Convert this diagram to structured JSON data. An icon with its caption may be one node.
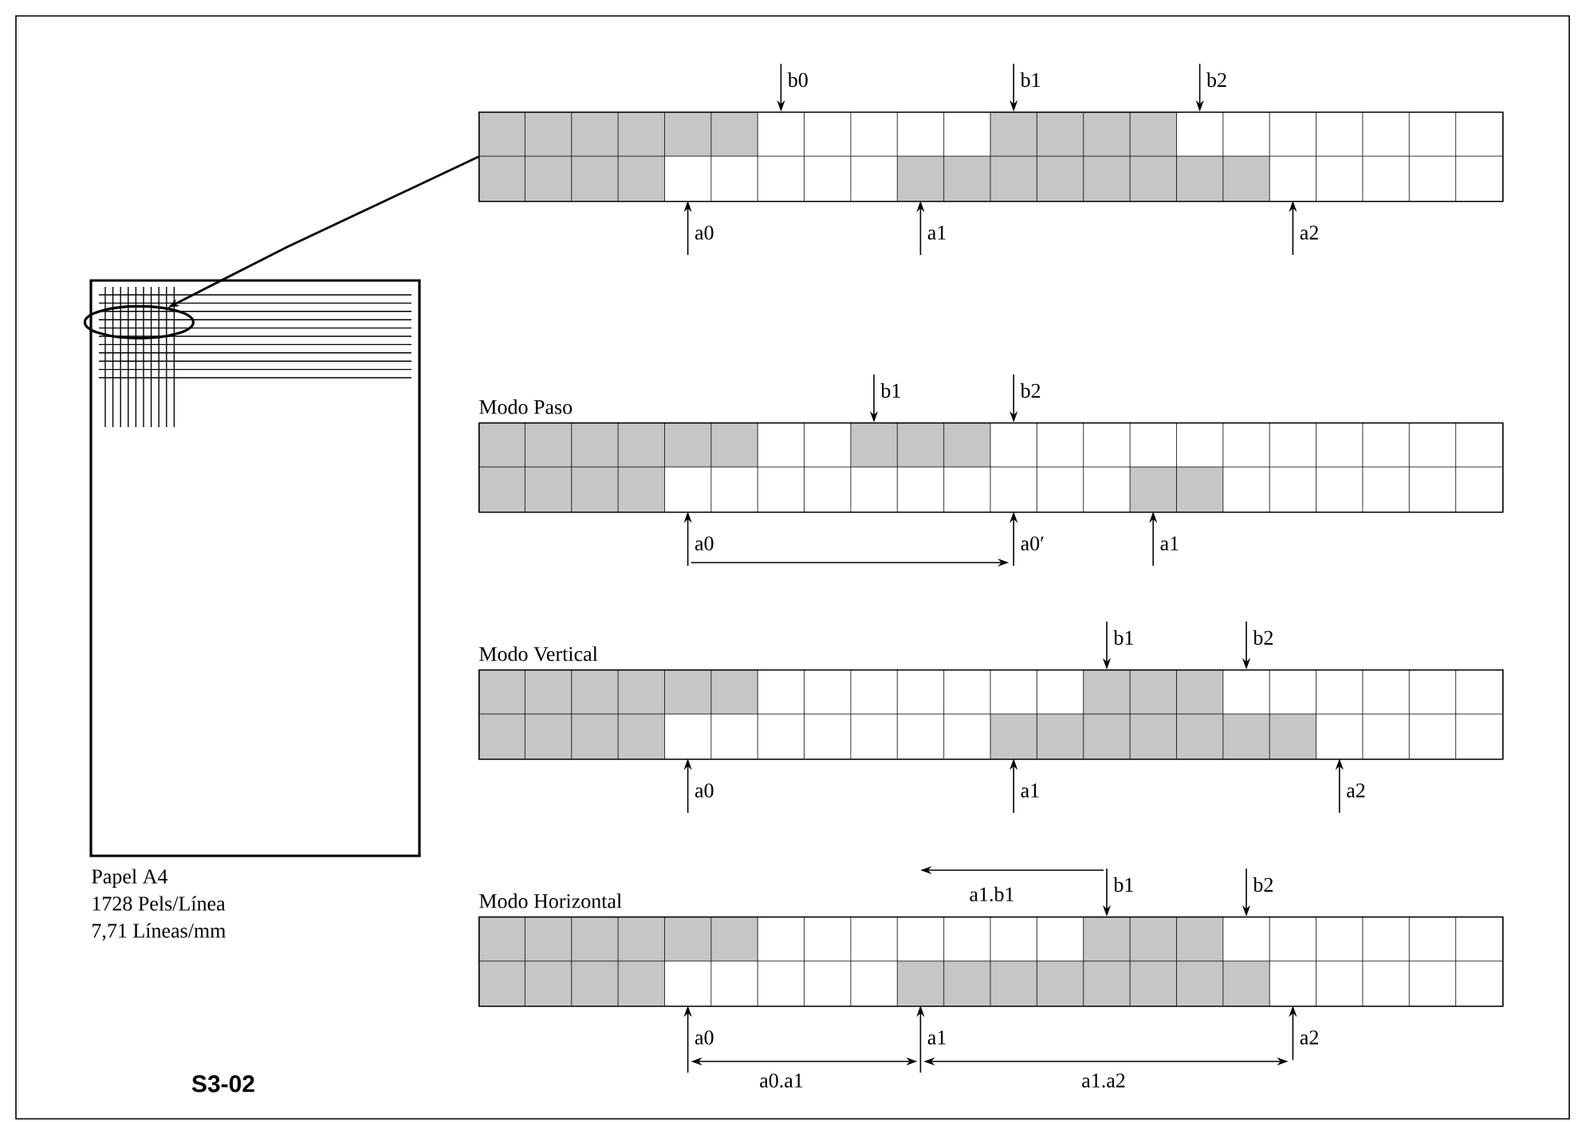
{
  "diagram": {
    "nodes": [
      {
        "text": [],
        "shape": "box",
        "beside": [
          "Papel A4",
          "1728 Pels/Línea",
          "7,71 Líneas/mm"
        ]
      },
      {
        "text": [],
        "shape": "ellipse",
        "in": 0
      },
      {
        "text": [],
        "shape": "grid"
      },
      {
        "text": [
          "Modo Paso"
        ]
      },
      {
        "text": [
          "Modo Vertical"
        ]
      },
      {
        "text": [
          "Modo Horizontal"
        ]
      }
    ],
    "edges": [
      {
        "from": 2,
        "to": 1,
        "arrow": "to"
      }
    ],
    "labels": [
      "b0",
      "b1",
      "b2",
      "a0",
      "a1",
      "a2",
      "b1",
      "b2",
      "a0",
      "a0′",
      "a1",
      "b1",
      "b2",
      "a0",
      "a1",
      "a2",
      "a1.b1",
      "b1",
      "b2",
      "a0",
      "a1",
      "a2",
      "S3-02",
      "a0.a1",
      "a1.a2"
    ]
  }
}
